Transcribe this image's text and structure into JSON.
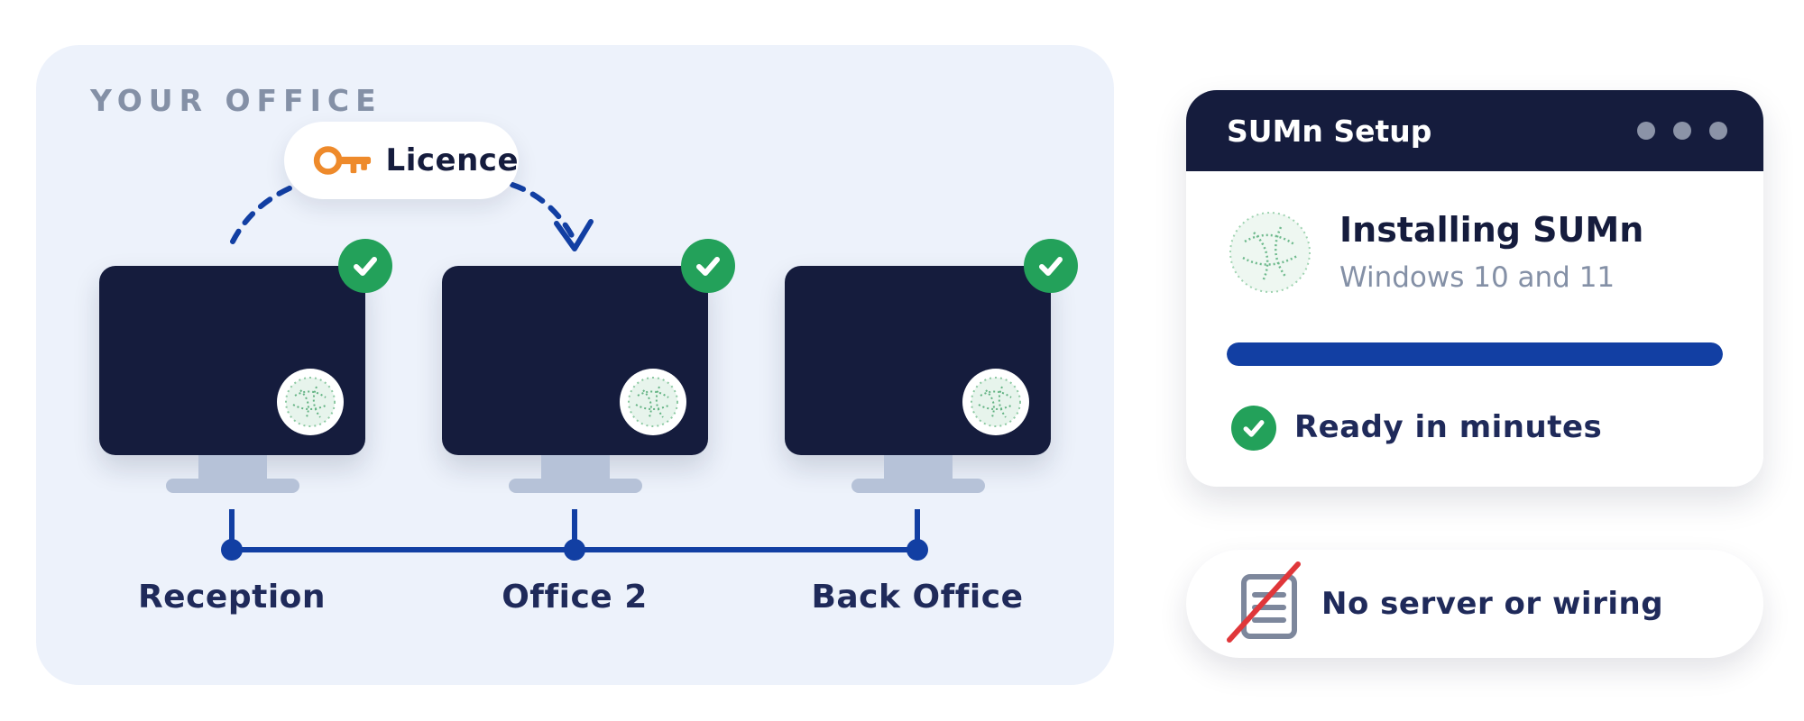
{
  "office": {
    "section_label": "YOUR OFFICE",
    "licence_label": "Licence",
    "computers": [
      {
        "name": "Reception",
        "status": "installed"
      },
      {
        "name": "Office 2",
        "status": "installed"
      },
      {
        "name": "Back Office",
        "status": "installed"
      }
    ]
  },
  "setup": {
    "window_title": "SUMn Setup",
    "install_title": "Installing SUMn",
    "install_subtitle": "Windows 10 and 11",
    "progress": 1.0,
    "ready_text": "Ready in minutes"
  },
  "server": {
    "text": "No server or wiring"
  },
  "icons": {
    "licence": "key-icon",
    "status": "checkmark-icon",
    "app": "sumn-logo-icon",
    "server": "no-server-icon"
  },
  "colors": {
    "navy": "#151c3d",
    "panel": "#edf2fb",
    "accent_blue": "#123fa3",
    "success_green": "#23a15a",
    "key_orange": "#ee8a2b",
    "strike_red": "#e0373a",
    "muted": "#8490a6"
  }
}
